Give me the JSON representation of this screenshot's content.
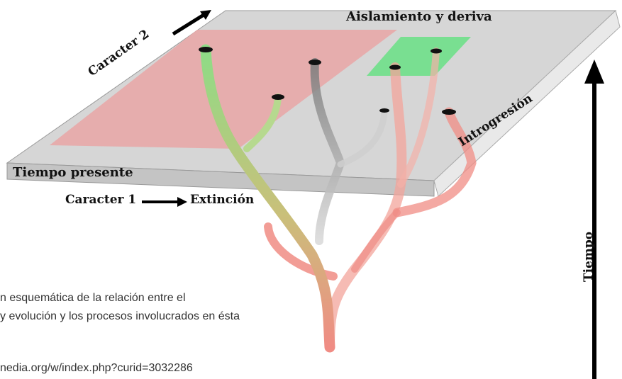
{
  "diagram": {
    "labels": {
      "isolation": "Aislamiento y deriva",
      "character2": "Caracter 2",
      "present_time": "Tiempo presente",
      "character1": "Caracter 1",
      "extinction": "Extinción",
      "introgression": "Introgresión",
      "time": "Tiempo"
    },
    "colors": {
      "plane_top": "#d6d6d6",
      "plane_side": "#b3b3b3",
      "red_region": "#e8a9a9",
      "green_region": "#6fe08a",
      "branch_green": "#8edc86",
      "branch_red": "#f08c84",
      "branch_gray": "#8a8a8a"
    }
  },
  "caption": {
    "line1": "n esquemática de la relación entre el",
    "line2": " y evolución y los procesos involucrados en ésta",
    "line3": "nedia.org/w/index.php?curid=3032286"
  }
}
